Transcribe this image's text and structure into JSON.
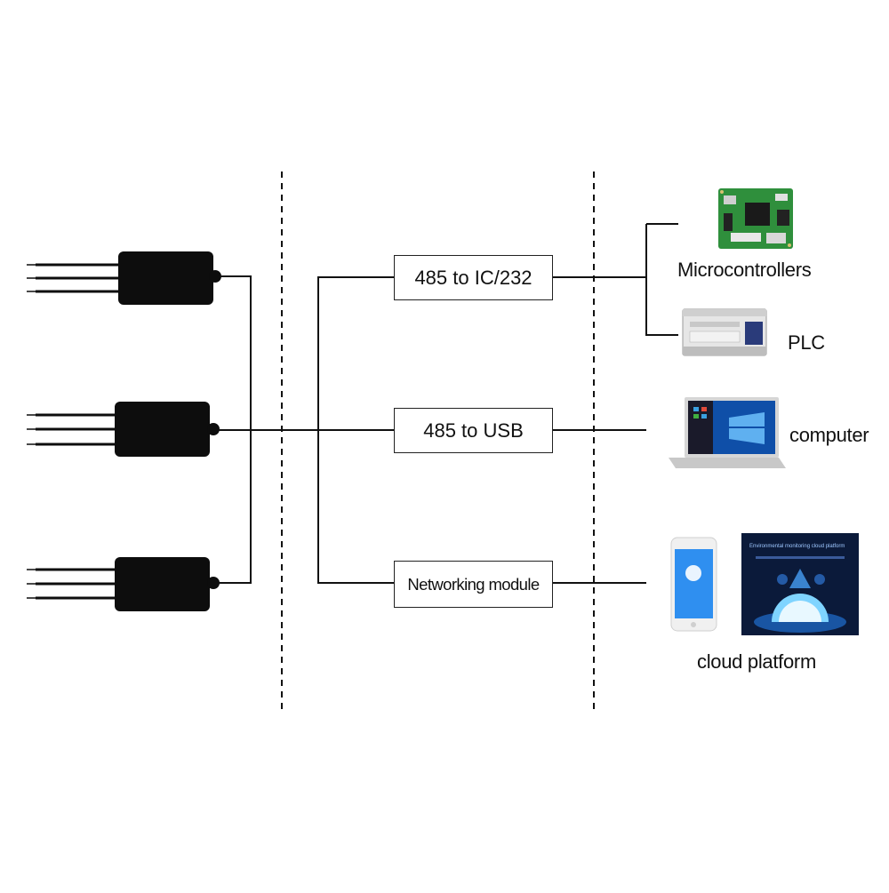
{
  "converters": {
    "c1": "485 to IC/232",
    "c2": "485 to USB",
    "c3": "Networking module"
  },
  "devices": {
    "mcu": "Microcontrollers",
    "plc": "PLC",
    "computer": "computer",
    "cloud": "cloud platform"
  },
  "cloud_screen": {
    "title": "Environmental monitoring cloud platform"
  },
  "colors": {
    "line": "#111111",
    "sensor": "#0d0d0d",
    "pcb": "#2f8f3c",
    "phone_screen": "#2f8ff0",
    "cloud_bg": "#0b1a3a"
  }
}
